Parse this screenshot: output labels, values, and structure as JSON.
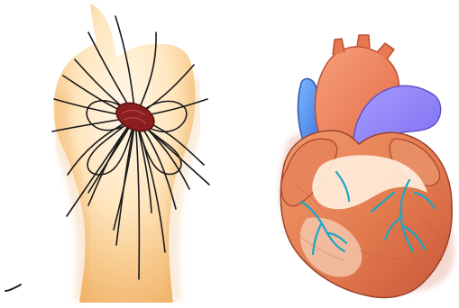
{
  "figure": {
    "panels": [
      {
        "id": "torso",
        "subject": "human-torso-heart-field-lines"
      },
      {
        "id": "heart",
        "subject": "anatomical-heart"
      }
    ],
    "colors": {
      "background": "#ffffff",
      "skin_light": "#fff3df",
      "skin_mid": "#f8d8a6",
      "skin_dark": "#efb46b",
      "field_line": "#1a1a1a",
      "heart_small": "#8b1f1f",
      "heart_muscle": "#e07a4f",
      "heart_muscle_dark": "#c9573a",
      "aorta": "#f18a62",
      "pulmonary_artery": "#8f7df0",
      "vena_cava": "#5f8ff2",
      "coronary_vessels": "#1aa7c9",
      "highlight": "#fff0df"
    }
  }
}
